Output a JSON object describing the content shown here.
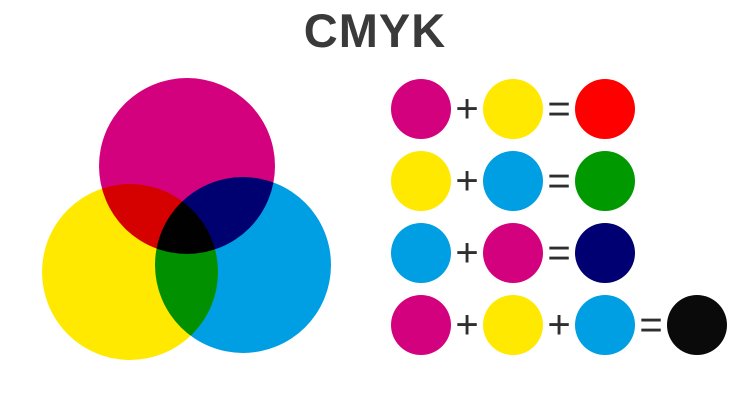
{
  "title": "CMYK",
  "title_color": "#3a3a3a",
  "operators": {
    "plus": "+",
    "equals": "="
  },
  "operator_color": "#2f2f2f",
  "colors": {
    "magenta": "#d4017e",
    "yellow": "#ffe900",
    "cyan": "#009ee2",
    "red": "#fe0000",
    "green": "#009900",
    "navy": "#000072",
    "black": "#0a0a0a"
  },
  "venn": {
    "circles": [
      "magenta",
      "yellow",
      "cyan"
    ],
    "overlap_colors": {
      "magenta_yellow": "#d40000",
      "magenta_cyan": "#000070",
      "yellow_cyan": "#009300",
      "magenta_yellow_cyan": "#000000"
    }
  },
  "equations": [
    {
      "operands": [
        "magenta",
        "yellow"
      ],
      "result": "red"
    },
    {
      "operands": [
        "yellow",
        "cyan"
      ],
      "result": "green"
    },
    {
      "operands": [
        "cyan",
        "magenta"
      ],
      "result": "navy"
    },
    {
      "operands": [
        "magenta",
        "yellow",
        "cyan"
      ],
      "result": "black"
    }
  ]
}
